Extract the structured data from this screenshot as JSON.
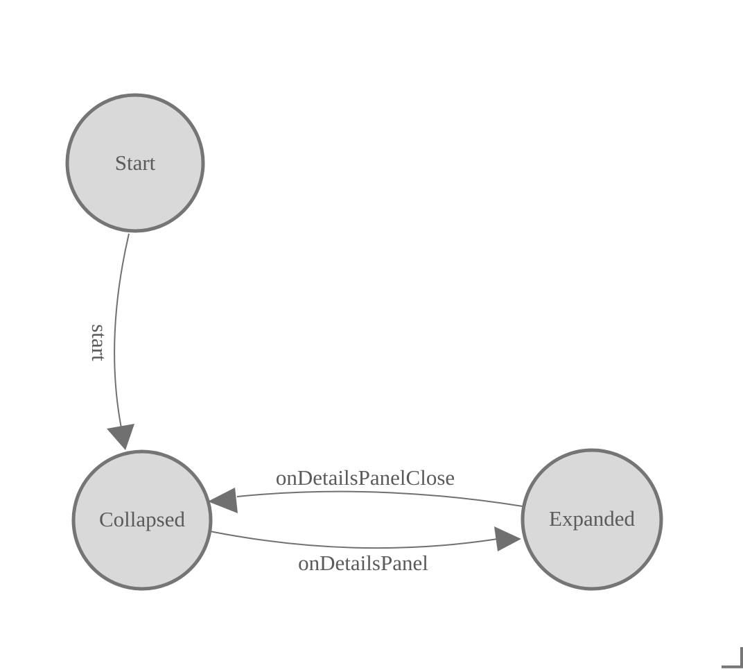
{
  "diagram": {
    "type": "state-machine",
    "nodes": [
      {
        "id": "start",
        "label": "Start"
      },
      {
        "id": "collapsed",
        "label": "Collapsed"
      },
      {
        "id": "expanded",
        "label": "Expanded"
      }
    ],
    "edges": [
      {
        "from": "Start",
        "to": "Collapsed",
        "label": "start"
      },
      {
        "from": "Expanded",
        "to": "Collapsed",
        "label": "onDetailsPanelClose"
      },
      {
        "from": "Collapsed",
        "to": "Expanded",
        "label": "onDetailsPanel"
      }
    ],
    "colors": {
      "node_fill": "#d9d9d9",
      "node_border": "#757575",
      "edge_stroke": "#707070",
      "label_text": "#5a5a5a",
      "background": "#ffffff"
    }
  }
}
